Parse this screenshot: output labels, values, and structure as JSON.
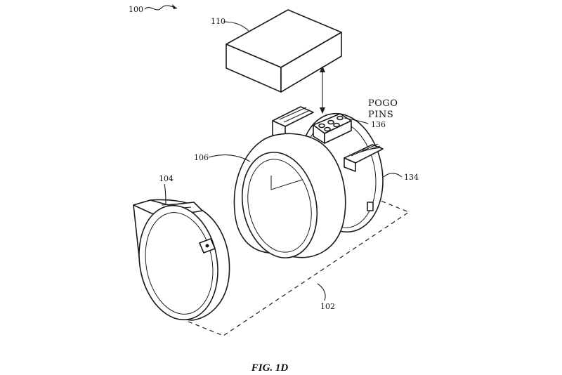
{
  "labels": {
    "figure_ref": "100",
    "module_ref": "110",
    "pogo_text_line1": "POGO",
    "pogo_text_line2": "PINS",
    "pogo_ref": "136",
    "band_ref": "106",
    "right_ring_ref": "134",
    "left_ring_ref": "104",
    "assembly_ref": "102"
  },
  "caption": "FIG. 1D"
}
